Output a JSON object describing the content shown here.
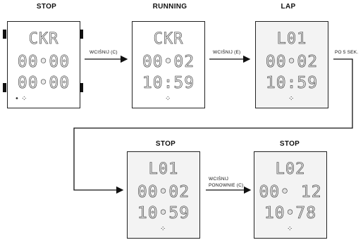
{
  "states": [
    {
      "label": "STOP",
      "top_row": "CKR",
      "mid_row": "00•00",
      "bot_row": "00•00",
      "nubs": true,
      "shaded": false,
      "dots": "•    ⁘"
    },
    {
      "label": "RUNNING",
      "top_row": "CKR",
      "mid_row": "00•02",
      "bot_row": "10:59",
      "nubs": false,
      "shaded": false,
      "dots": "⁘"
    },
    {
      "label": "LAP",
      "top_row": "L01",
      "mid_row": "00•02",
      "bot_row": "10:59",
      "nubs": false,
      "shaded": true,
      "dots": "⁘"
    },
    {
      "label": "STOP",
      "top_row": "L01",
      "mid_row": "00•02",
      "bot_row": "10•59",
      "nubs": false,
      "shaded": true,
      "dots": "⁘"
    },
    {
      "label": "STOP",
      "top_row": "L02",
      "mid_row": "00• 12",
      "bot_row": "10•78",
      "nubs": false,
      "shaded": true,
      "dots": "⁘"
    }
  ],
  "transitions": [
    {
      "text": "WCIŚNIJ (C)"
    },
    {
      "text": "WCIŚNIJ (E)"
    },
    {
      "text": "PO 5 SEK."
    },
    {
      "text_line1": "WCIŚNIJ",
      "text_line2": "PONOWNIE (C)"
    }
  ]
}
